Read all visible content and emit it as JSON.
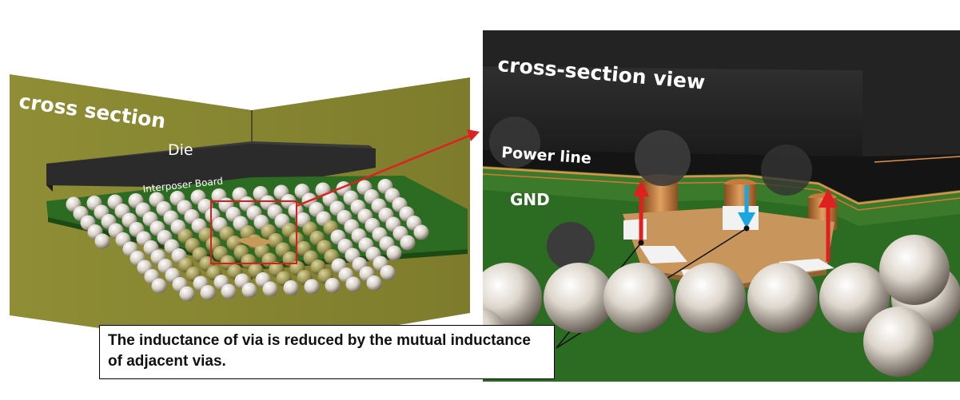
{
  "left": {
    "cross_section_label": "cross section",
    "die_label": "Die",
    "interposer_label": "Interposer Board"
  },
  "right": {
    "view_label": "cross-section view",
    "power_line_label": "Power line",
    "gnd_label": "GND"
  },
  "callout": {
    "text": "The inductance of via is reduced by the mutual inductance of adjacent vias."
  },
  "colors": {
    "olive_plane": "#8e8c35",
    "board_green": "#2c6b22",
    "die_black": "#2b2b2b",
    "highlight_box": "#d42020",
    "arrow_red": "#e02020",
    "arrow_blue": "#1aa6e0",
    "copper": "#c87a3a"
  }
}
